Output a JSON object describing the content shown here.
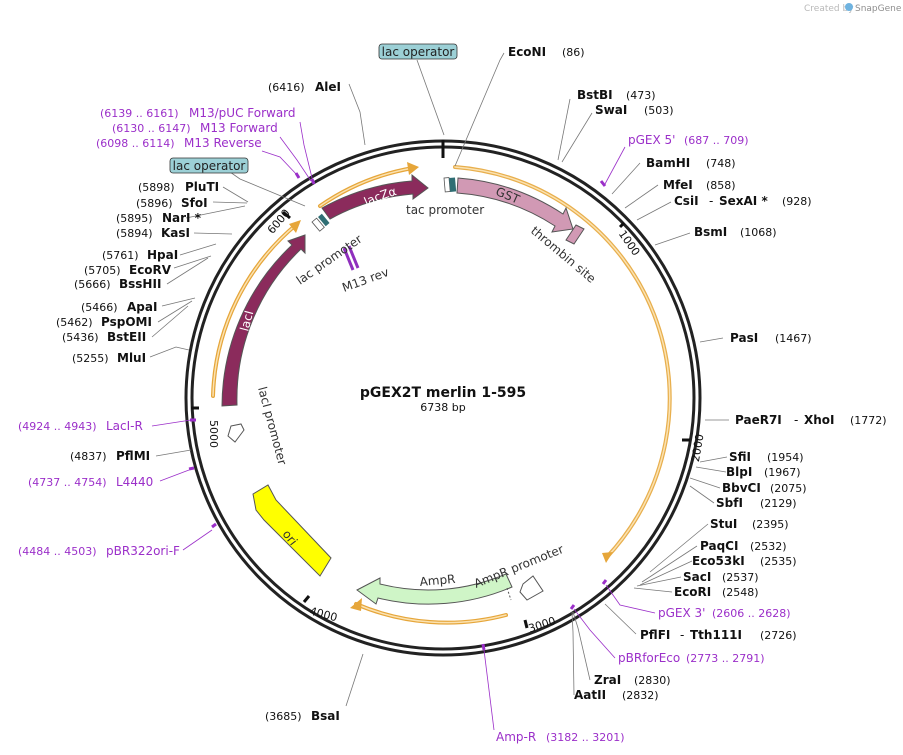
{
  "credit": {
    "prefix": "Created by",
    "brand": "SnapGene"
  },
  "plasmid": {
    "name": "pGEX2T merlin 1-595",
    "length": "6738 bp"
  },
  "colors": {
    "primer": "#9b2fc9",
    "orf_gold": "#e6a63a",
    "lac_operator_fill": "#9cd0d6",
    "lacI": "#8b2b5c",
    "GST": "#d199b4",
    "AmpR": "#cff5c7",
    "ori": "#ffff00"
  },
  "ticks": {
    "t1000": "1000",
    "t2000": "2000",
    "t3000": "3000",
    "t4000": "4000",
    "t5000": "5000",
    "t6000": "6000"
  },
  "features": {
    "lacI": "lacI",
    "lacZa": "lacZα",
    "GST": "GST",
    "AmpR": "AmpR",
    "ori": "ori",
    "tac_promoter": "tac promoter",
    "lac_promoter": "lac promoter",
    "lacI_promoter": "lacI promoter",
    "AmpR_promoter": "AmpR promoter",
    "thrombin_site": "thrombin site",
    "M13_rev": "M13 rev",
    "lac_operator_top": "lac operator",
    "lac_operator_left": "lac operator"
  },
  "sites": {
    "AleI": {
      "name": "AleI",
      "pos": "(6416)"
    },
    "EcoNI": {
      "name": "EcoNI",
      "pos": "(86)"
    },
    "BstBI": {
      "name": "BstBI",
      "pos": "(473)"
    },
    "SwaI": {
      "name": "SwaI",
      "pos": "(503)"
    },
    "BamHI": {
      "name": "BamHI",
      "pos": "(748)"
    },
    "MfeI": {
      "name": "MfeI",
      "pos": "(858)"
    },
    "CsiI": {
      "name": "CsiI",
      "pos": "(928)"
    },
    "SexAI": {
      "name": "SexAI *"
    },
    "BsmI": {
      "name": "BsmI",
      "pos": "(1068)"
    },
    "PasI": {
      "name": "PasI",
      "pos": "(1467)"
    },
    "PaeR7I": {
      "name": "PaeR7I",
      "pos": "(1772)"
    },
    "XhoI": {
      "name": "XhoI"
    },
    "SfiI": {
      "name": "SfiI",
      "pos": "(1954)"
    },
    "BlpI": {
      "name": "BlpI",
      "pos": "(1967)"
    },
    "BbvCI": {
      "name": "BbvCI",
      "pos": "(2075)"
    },
    "SbfI": {
      "name": "SbfI",
      "pos": "(2129)"
    },
    "StuI": {
      "name": "StuI",
      "pos": "(2395)"
    },
    "PaqCI": {
      "name": "PaqCI",
      "pos": "(2532)"
    },
    "Eco53kI": {
      "name": "Eco53kI",
      "pos": "(2535)"
    },
    "SacI": {
      "name": "SacI",
      "pos": "(2537)"
    },
    "EcoRI": {
      "name": "EcoRI",
      "pos": "(2548)"
    },
    "PflFI": {
      "name": "PflFI",
      "pos": "(2726)"
    },
    "Tth111I": {
      "name": "Tth111I"
    },
    "ZraI": {
      "name": "ZraI",
      "pos": "(2830)"
    },
    "AatII": {
      "name": "AatII",
      "pos": "(2832)"
    },
    "BsaI": {
      "name": "BsaI",
      "pos": "(3685)"
    },
    "PflMI": {
      "name": "PflMI",
      "pos": "(4837)"
    },
    "MluI": {
      "name": "MluI",
      "pos": "(5255)"
    },
    "BstEII": {
      "name": "BstEII",
      "pos": "(5436)"
    },
    "PspOMI": {
      "name": "PspOMI",
      "pos": "(5462)"
    },
    "ApaI": {
      "name": "ApaI",
      "pos": "(5466)"
    },
    "BssHII": {
      "name": "BssHII",
      "pos": "(5666)"
    },
    "EcoRV": {
      "name": "EcoRV",
      "pos": "(5705)"
    },
    "HpaI": {
      "name": "HpaI",
      "pos": "(5761)"
    },
    "KasI": {
      "name": "KasI",
      "pos": "(5894)"
    },
    "NarI": {
      "name": "NarI *",
      "pos": "(5895)"
    },
    "SfoI": {
      "name": "SfoI",
      "pos": "(5896)"
    },
    "PluTI": {
      "name": "PluTI",
      "pos": "(5898)"
    }
  },
  "primers": {
    "M13pUC": {
      "name": "M13/pUC Forward",
      "range": "(6139 .. 6161)"
    },
    "M13F": {
      "name": "M13 Forward",
      "range": "(6130 .. 6147)"
    },
    "M13R": {
      "name": "M13 Reverse",
      "range": "(6098 .. 6114)"
    },
    "pGEX5": {
      "name": "pGEX 5'",
      "range": "(687 .. 709)"
    },
    "pGEX3": {
      "name": "pGEX 3'",
      "range": "(2606 .. 2628)"
    },
    "pBRforEco": {
      "name": "pBRforEco",
      "range": "(2773 .. 2791)"
    },
    "AmpR": {
      "name": "Amp-R",
      "range": "(3182 .. 3201)"
    },
    "LacIR": {
      "name": "LacI-R",
      "range": "(4924 .. 4943)"
    },
    "L4440": {
      "name": "L4440",
      "range": "(4737 .. 4754)"
    },
    "pBR322": {
      "name": "pBR322ori-F",
      "range": "(4484 .. 4503)"
    }
  }
}
